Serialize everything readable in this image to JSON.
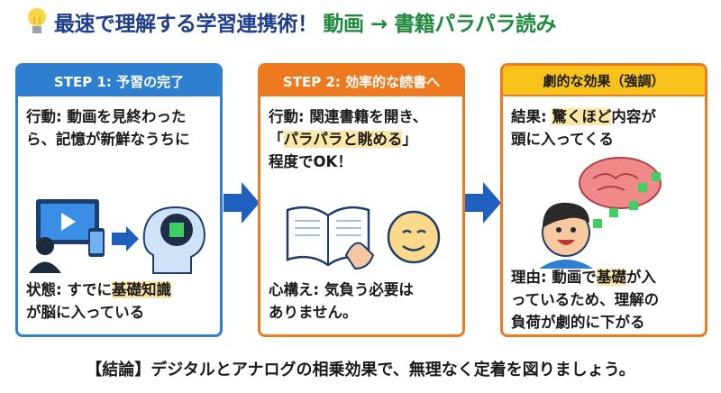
{
  "title": {
    "part1": "最速で理解する学習連携術！",
    "part2": "動画 → 書籍パラパラ読み"
  },
  "steps": [
    {
      "header": "STEP 1: 予習の完了",
      "action_a": "行動: 動画を見終わった",
      "action_b": "ら、記憶が新鮮なうちに",
      "state_pre": "状態: すでに",
      "state_hl": "基礎知識",
      "state_post": "が脳に入っている"
    },
    {
      "header": "STEP 2: 効率的な読書へ",
      "action_a": "行動: 関連書籍を開き、",
      "action_q_open": "「",
      "action_hl": "パラパラと眺める",
      "action_q_close": "」",
      "action_c": "程度でOK！",
      "mind_a": "心構え: 気負う必要は",
      "mind_b": "ありません。"
    },
    {
      "header": "劇的な効果（強調）",
      "result_pre": "結果: ",
      "result_hl": "驚くほど",
      "result_post": "内容が",
      "result_b": "頭に入ってくる",
      "reason_pre": "理由: 動画で",
      "reason_hl": "基礎",
      "reason_post": "が入",
      "reason_b": "っているため、理解の",
      "reason_c": "負荷が劇的に下がる"
    }
  ],
  "conclusion": "【結論】デジタルとアナログの相乗効果で、無理なく定着を図りましょう。",
  "colors": {
    "blue": "#2f7fd0",
    "orange": "#ee7a1f",
    "yellow": "#f7c31a",
    "navy": "#1f3f8c",
    "green": "#1e8a3e"
  }
}
